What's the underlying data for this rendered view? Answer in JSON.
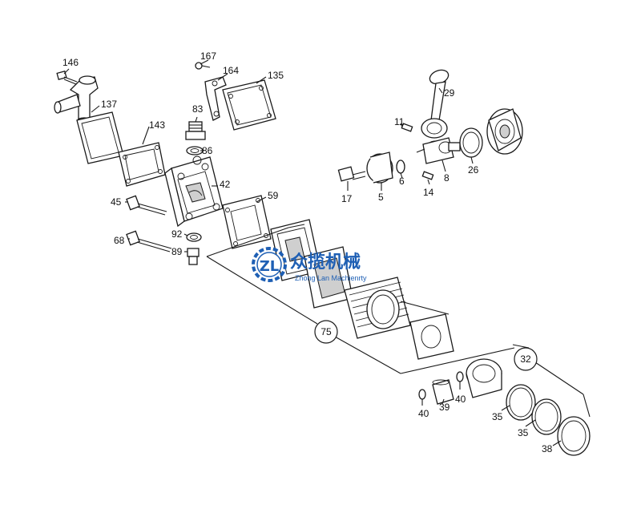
{
  "diagram": {
    "part_labels": [
      "146",
      "167",
      "164",
      "135",
      "137",
      "83",
      "143",
      "86",
      "42",
      "45",
      "59",
      "92",
      "68",
      "89",
      "29",
      "11",
      "17",
      "5",
      "6",
      "14",
      "8",
      "26",
      "32",
      "75",
      "40",
      "39",
      "40",
      "35",
      "35",
      "38"
    ]
  },
  "watermark": {
    "logo_text": "ZL",
    "title": "众揽机械",
    "subtitle": "Zhong Lan Machienrty",
    "color": "#1e5fb4"
  }
}
